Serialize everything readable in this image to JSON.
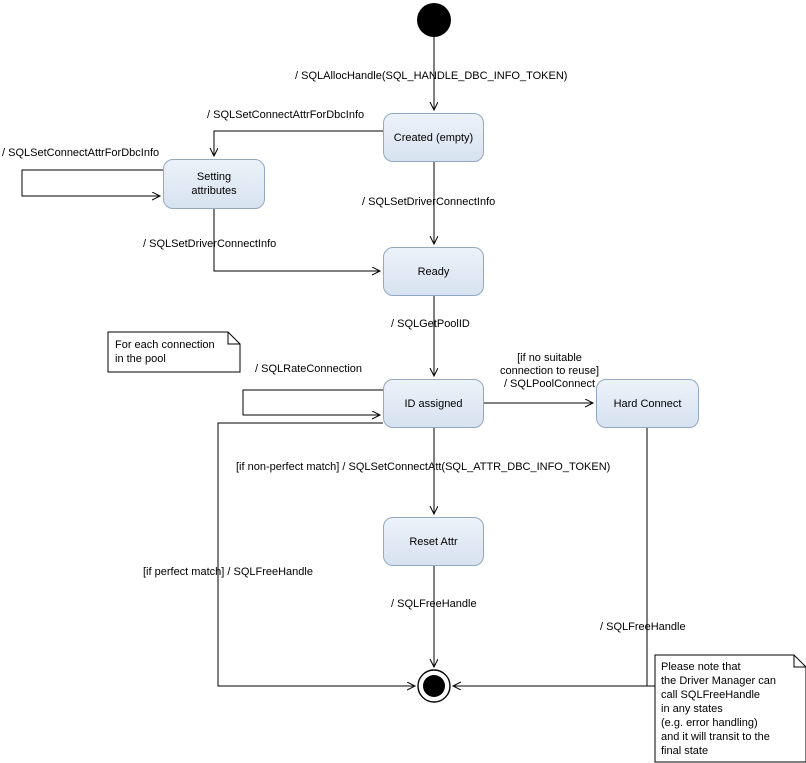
{
  "states": {
    "created": {
      "label": "Created (empty)"
    },
    "setting_attributes": {
      "line1": "Setting",
      "line2": "attributes"
    },
    "ready": {
      "label": "Ready"
    },
    "id_assigned": {
      "label": "ID assigned"
    },
    "hard_connect": {
      "label": "Hard Connect"
    },
    "reset_attr": {
      "label": "Reset Attr"
    }
  },
  "transitions": {
    "alloc_handle": "/ SQLAllocHandle(SQL_HANDLE_DBC_INFO_TOKEN)",
    "set_connect_attr_to_setting": "/ SQLSetConnectAttrForDbcInfo",
    "set_connect_attr_self": "/ SQLSetConnectAttrForDbcInfo",
    "set_driver_connect_from_setting": "/ SQLSetDriverConnectInfo",
    "set_driver_connect_from_created": "/ SQLSetDriverConnectInfo",
    "get_pool_id": "/ SQLGetPoolID",
    "rate_connection": "/ SQLRateConnection",
    "no_suitable_line1": "[if no suitable",
    "no_suitable_line2": "connection to reuse]",
    "pool_connect": "/ SQLPoolConnect",
    "non_perfect_match": "[if non-perfect match] / SQLSetConnectAtt(SQL_ATTR_DBC_INFO_TOKEN)",
    "free_handle_center": "/ SQLFreeHandle",
    "perfect_match": "[if perfect match] / SQLFreeHandle",
    "free_handle_right": "/ SQLFreeHandle"
  },
  "notes": {
    "pool_note": {
      "line1": "For each connection",
      "line2": "in the pool"
    },
    "final_note": {
      "line1": "Please note that",
      "line2": "the Driver Manager can",
      "line3": "call SQLFreeHandle",
      "line4": "in any states",
      "line5": "(e.g. error handling)",
      "line6": "and it will transit to the",
      "line7": "final state"
    }
  },
  "colors": {
    "state_fill": "#dce7f3",
    "state_border": "#93a8c2",
    "line": "#000000",
    "background": "#ffffff"
  }
}
